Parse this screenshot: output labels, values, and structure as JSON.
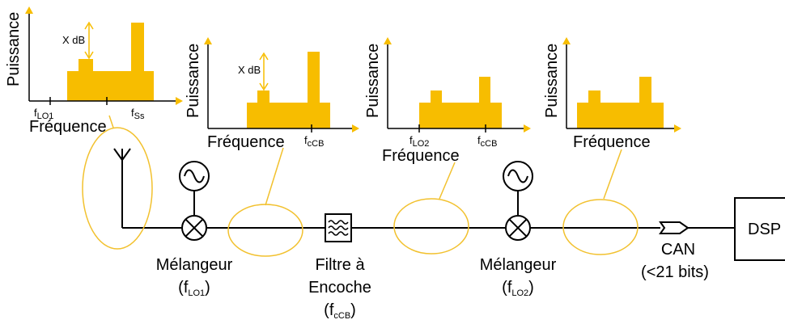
{
  "colors": {
    "spectrum": "#F7BD00",
    "ellipse": "#F2C12E",
    "line": "#000000"
  },
  "icons": [
    "antenna-icon",
    "oscillator-icon",
    "mixer-icon",
    "notch-filter-icon",
    "adc-icon"
  ],
  "spectra": [
    {
      "ylabel": "Puissance",
      "xlabel": "Fréquence",
      "xdb": "X dB",
      "tick1": {
        "main": "f",
        "sub": "LO1"
      },
      "tick2": {
        "main": "f",
        "sub": "Ss"
      }
    },
    {
      "ylabel": "Puissance",
      "xlabel": "Fréquence",
      "xdb": "X dB",
      "tick1": {
        "main": "f",
        "sub": "cCB"
      }
    },
    {
      "ylabel": "Puissance",
      "xlabel": "Fréquence",
      "tick1": {
        "main": "f",
        "sub": "LO2"
      },
      "tick2": {
        "main": "f",
        "sub": "cCB"
      }
    },
    {
      "ylabel": "Puissance",
      "xlabel": "Fréquence"
    }
  ],
  "blocks": {
    "mixer1": {
      "line1": "Mélangeur",
      "open": "(f",
      "sub": "LO1",
      "close": ")"
    },
    "filter": {
      "line1": "Filtre à",
      "line2": "Encoche",
      "open": "(f",
      "sub": "cCB",
      "close": ")"
    },
    "mixer2": {
      "line1": "Mélangeur",
      "open": "(f",
      "sub": "LO2",
      "close": ")"
    },
    "adc": {
      "line1": "CAN",
      "line2": "(<21 bits)"
    },
    "dsp": {
      "label": "DSP"
    }
  }
}
